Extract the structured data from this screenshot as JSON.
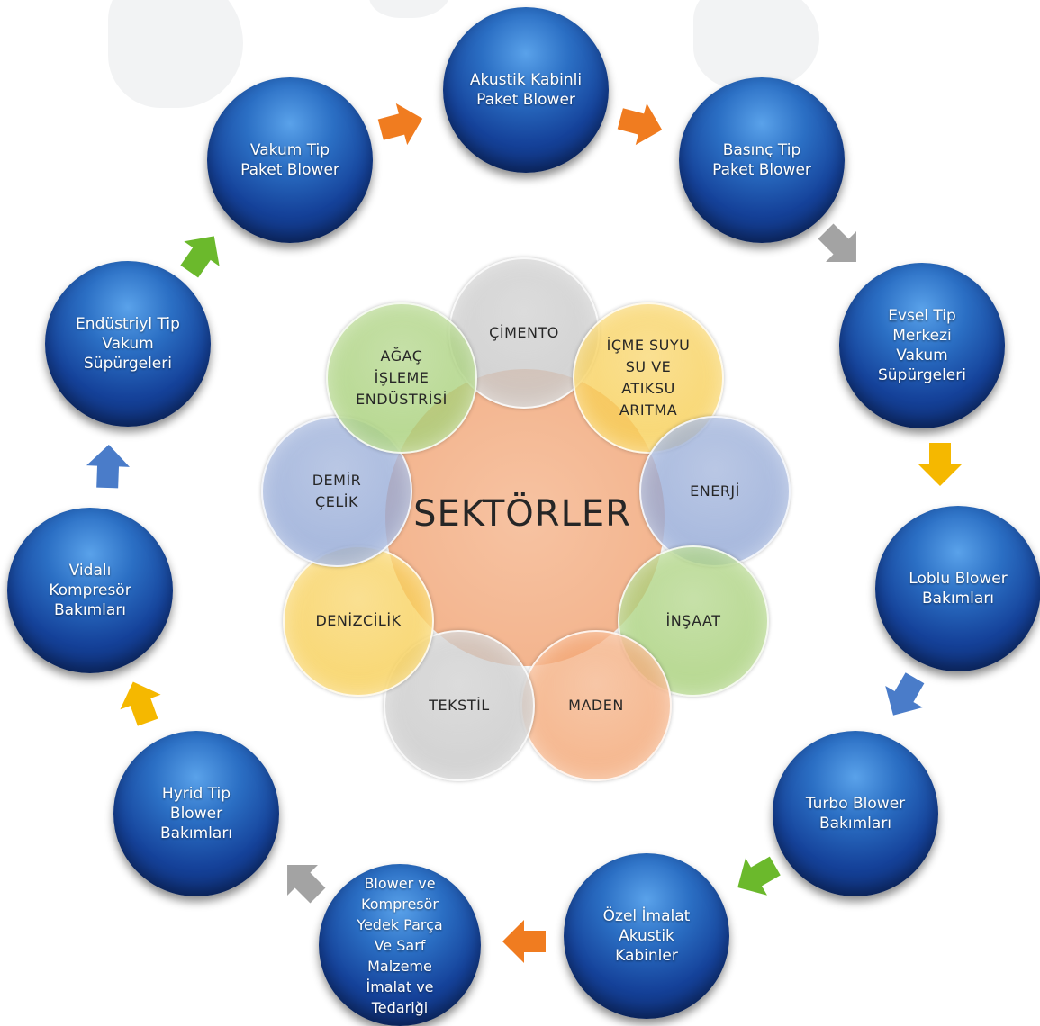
{
  "center_title": "SEKTÖRLER",
  "services": [
    {
      "label": "Akustik Kabinli\nPaket Blower"
    },
    {
      "label": "Basınç Tip\nPaket Blower"
    },
    {
      "label": "Evsel Tip\nMerkezi\nVakum\nSüpürgeleri"
    },
    {
      "label": "Loblu Blower\nBakımları"
    },
    {
      "label": "Turbo Blower\nBakımları"
    },
    {
      "label": "Özel İmalat\nAkustik\nKabinler"
    },
    {
      "label": "Blower ve\nKompresör\nYedek Parça\nVe Sarf\nMalzeme\nİmalat ve\nTedariği"
    },
    {
      "label": "Hyrid Tip\nBlower\nBakımları"
    },
    {
      "label": "Vidalı\nKompresör\nBakımları"
    },
    {
      "label": "Endüstriyl Tip\nVakum\nSüpürgeleri"
    },
    {
      "label": "Vakum Tip\nPaket Blower"
    }
  ],
  "sectors": [
    {
      "label": "ÇİMENTO",
      "color": "#c9c9c9"
    },
    {
      "label": "İÇME SUYU\nSU VE\nATIKSU\nARITMA",
      "color": "#f7cf57"
    },
    {
      "label": "ENERJİ",
      "color": "#94a9d6"
    },
    {
      "label": "İNŞAAT",
      "color": "#a8d07a"
    },
    {
      "label": "MADEN",
      "color": "#f3a877"
    },
    {
      "label": "TEKSTİL",
      "color": "#c9c9c9"
    },
    {
      "label": "DENİZCİLİK",
      "color": "#f7cf57"
    },
    {
      "label": "DEMİR\nÇELİK",
      "color": "#94a9d6"
    },
    {
      "label": "AĞAÇ\nİŞLEME\nENDÜSTRİSİ",
      "color": "#a8d07a"
    }
  ],
  "arrows": [
    {
      "color": "#f07c20"
    },
    {
      "color": "#f07c20"
    },
    {
      "color": "#a3a3a3"
    },
    {
      "color": "#f5b800"
    },
    {
      "color": "#4a7cc9"
    },
    {
      "color": "#6bb92c"
    },
    {
      "color": "#f07c20"
    },
    {
      "color": "#a3a3a3"
    },
    {
      "color": "#f5b800"
    },
    {
      "color": "#4a7cc9"
    },
    {
      "color": "#6bb92c"
    }
  ]
}
